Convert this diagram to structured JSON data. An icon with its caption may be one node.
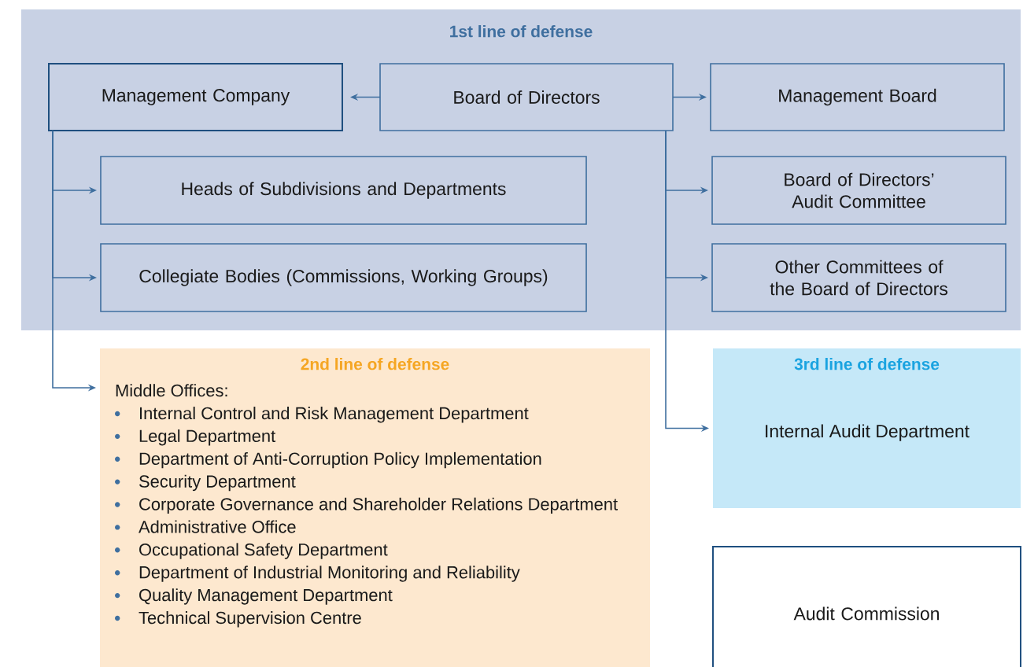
{
  "diagram": {
    "nodes": [
      {
        "text": [
          "1st line of defense"
        ]
      },
      {
        "text": [
          "Management Company"
        ],
        "in": 0
      },
      {
        "text": [
          "Board of Directors"
        ],
        "in": 0
      },
      {
        "text": [
          "Management Board"
        ],
        "in": 0
      },
      {
        "text": [
          "Heads of Subdivisions and Departments"
        ],
        "in": 0
      },
      {
        "text": [
          "Board of Directors’ Audit Committee"
        ],
        "in": 0
      },
      {
        "text": [
          "Collegiate Bodies (Commissions, Working Groups)"
        ],
        "in": 0
      },
      {
        "text": [
          "Other Committees of the Board of Directors"
        ],
        "in": 0
      },
      {
        "text": [
          "2nd line of defense",
          "Middle Offices:",
          "Internal Control and Risk Management Department",
          "Legal Department",
          "Department of Anti-Corruption Policy Implementation",
          "Security Department",
          "Corporate Governance and Shareholder Relations Department",
          "Administrative Office",
          "Occupational Safety Department",
          "Department of Industrial Monitoring and Reliability",
          "Quality Management Department",
          "Technical Supervision Centre"
        ]
      },
      {
        "text": [
          "3rd line of defense",
          "Internal Audit Department"
        ]
      },
      {
        "text": [
          "Audit Commission"
        ]
      }
    ],
    "edges": [
      {
        "from": 2,
        "to": 1,
        "arrow": "to"
      },
      {
        "from": 2,
        "to": 3,
        "arrow": "to"
      },
      {
        "from": 1,
        "to": 4,
        "arrow": "to"
      },
      {
        "from": 1,
        "to": 6,
        "arrow": "to"
      },
      {
        "from": 1,
        "to": 8,
        "arrow": "to"
      },
      {
        "from": 2,
        "to": 5,
        "arrow": "to"
      },
      {
        "from": 2,
        "to": 7,
        "arrow": "to"
      },
      {
        "from": 2,
        "to": 9,
        "arrow": "to"
      }
    ]
  }
}
